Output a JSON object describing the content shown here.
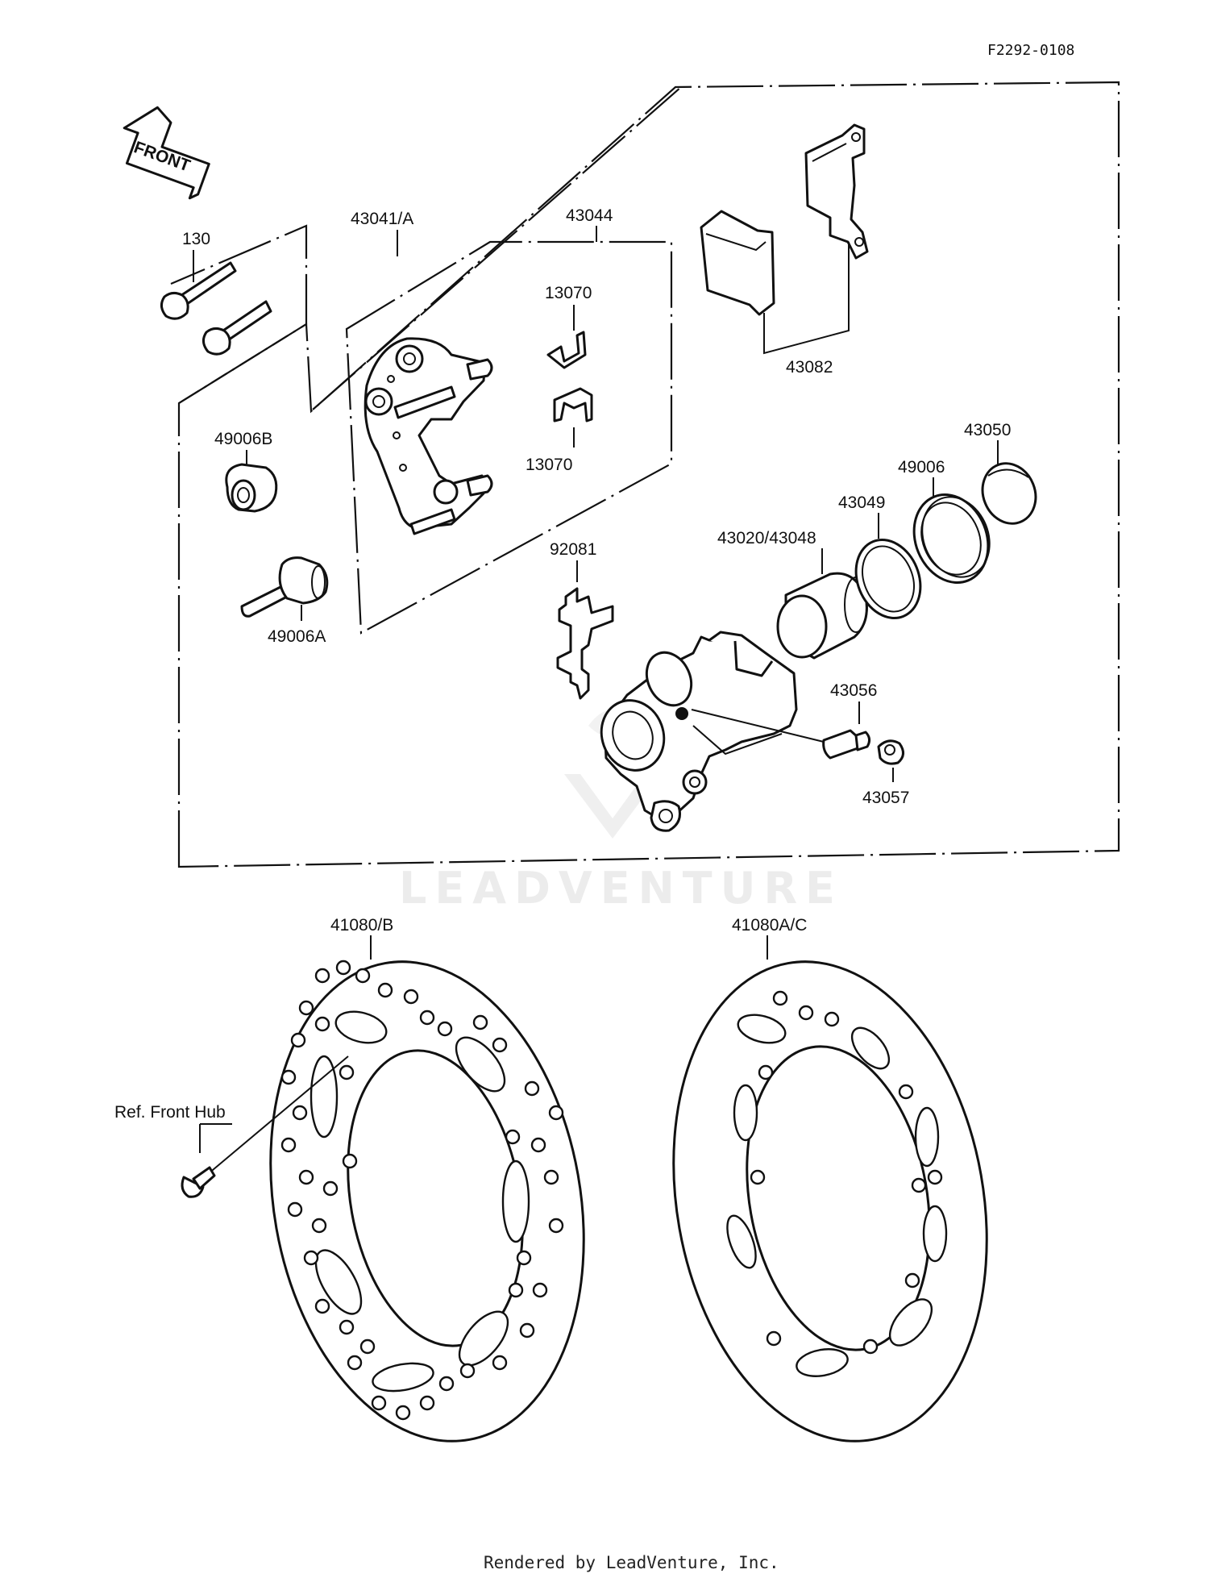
{
  "diagram": {
    "code": "F2292-0108",
    "front_arrow_label": "FRONT",
    "watermark": "LEADVENTURE",
    "footer": "Rendered by LeadVenture, Inc.",
    "labels": {
      "p130": "130",
      "p43041": "43041/A",
      "p43044": "43044",
      "p13070a": "13070",
      "p13070b": "13070",
      "p43082": "43082",
      "p49006b": "49006B",
      "p49006a": "49006A",
      "p92081": "92081",
      "p43020": "43020/43048",
      "p43049": "43049",
      "p49006": "49006",
      "p43050": "43050",
      "p43056": "43056",
      "p43057": "43057",
      "p41080b": "41080/B",
      "p41080ac": "41080A/C",
      "ref_hub": "Ref. Front Hub"
    }
  }
}
